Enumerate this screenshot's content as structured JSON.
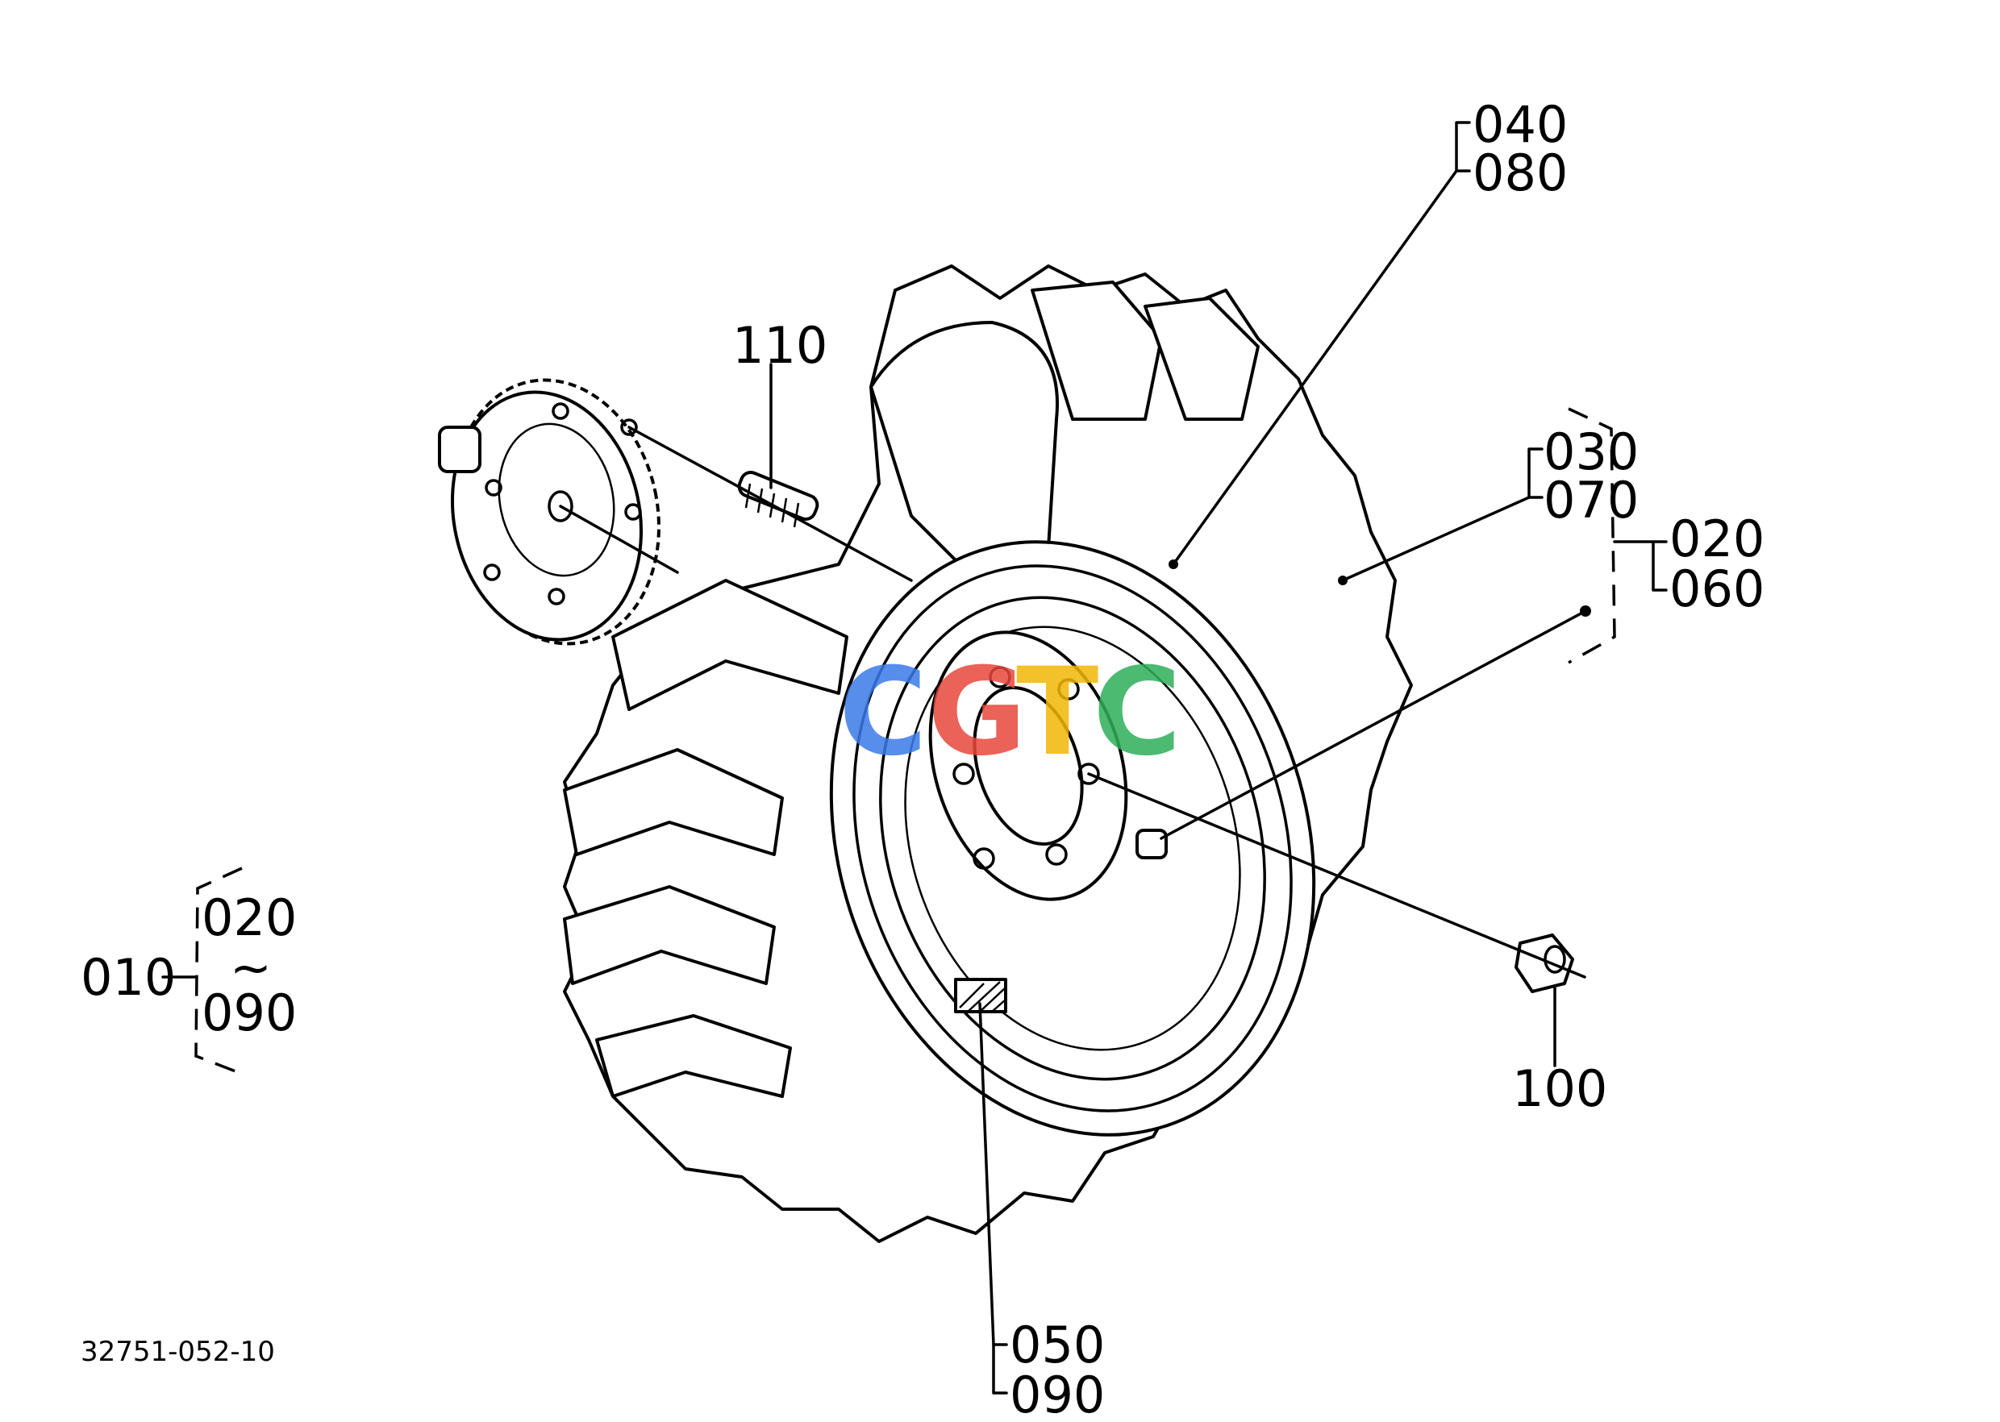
{
  "diagram": {
    "drawing_number": "32751-052-10",
    "watermark": {
      "letters": [
        "C",
        "G",
        "T",
        "C"
      ],
      "colors": [
        "#3b7be8",
        "#e8473b",
        "#f2b705",
        "#2fae5a"
      ]
    },
    "callouts": {
      "p040": "040",
      "p080": "080",
      "p110": "110",
      "p030": "030",
      "p070": "070",
      "p020a": "020",
      "p060": "060",
      "p010": "010",
      "p020b": "020",
      "tilde": "~",
      "p090a": "090",
      "p100": "100",
      "p050": "050",
      "p090b": "090"
    }
  }
}
